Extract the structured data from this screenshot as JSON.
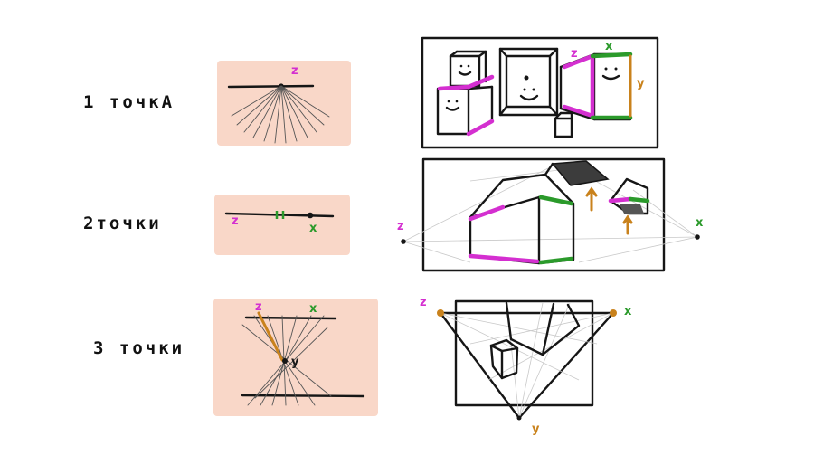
{
  "rows": [
    {
      "label": "1 точкА"
    },
    {
      "label": "2точки"
    },
    {
      "label": "3 точки"
    }
  ],
  "axis_letters": {
    "z": "z",
    "x": "x",
    "y": "y"
  },
  "colors": {
    "panel": "#f9d7c8",
    "magenta": "#d42fd0",
    "green": "#2b9a2b",
    "orange": "#c9821c",
    "ink": "#161616"
  }
}
